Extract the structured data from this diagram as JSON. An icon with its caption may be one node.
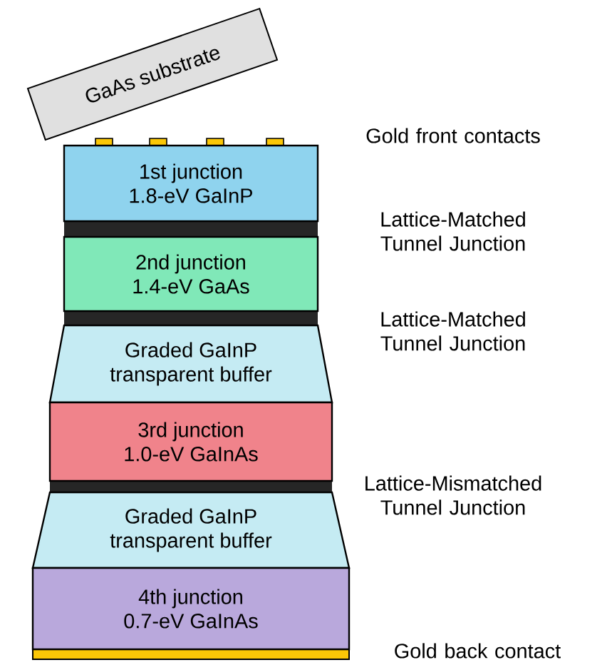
{
  "diagram": {
    "nodes": [
      {
        "text": [
          "GaAs substrate"
        ]
      },
      {
        "text": [
          "1st junction",
          "1.8-eV GaInP"
        ]
      },
      {
        "text": [
          "2nd junction",
          "1.4-eV GaAs"
        ]
      },
      {
        "text": [
          "Graded GaInP",
          "transparent buffer"
        ]
      },
      {
        "text": [
          "3rd junction",
          "1.0-eV GaInAs"
        ]
      },
      {
        "text": [
          "Graded GaInP",
          "transparent buffer"
        ]
      },
      {
        "text": [
          "4th junction",
          "0.7-eV GaInAs"
        ]
      }
    ],
    "labels": [
      "Gold front contacts",
      "Lattice-Matched Tunnel Junction",
      "Lattice-Matched Tunnel Junction",
      "Lattice-Mismatched Tunnel Junction",
      "Gold back contact"
    ]
  }
}
